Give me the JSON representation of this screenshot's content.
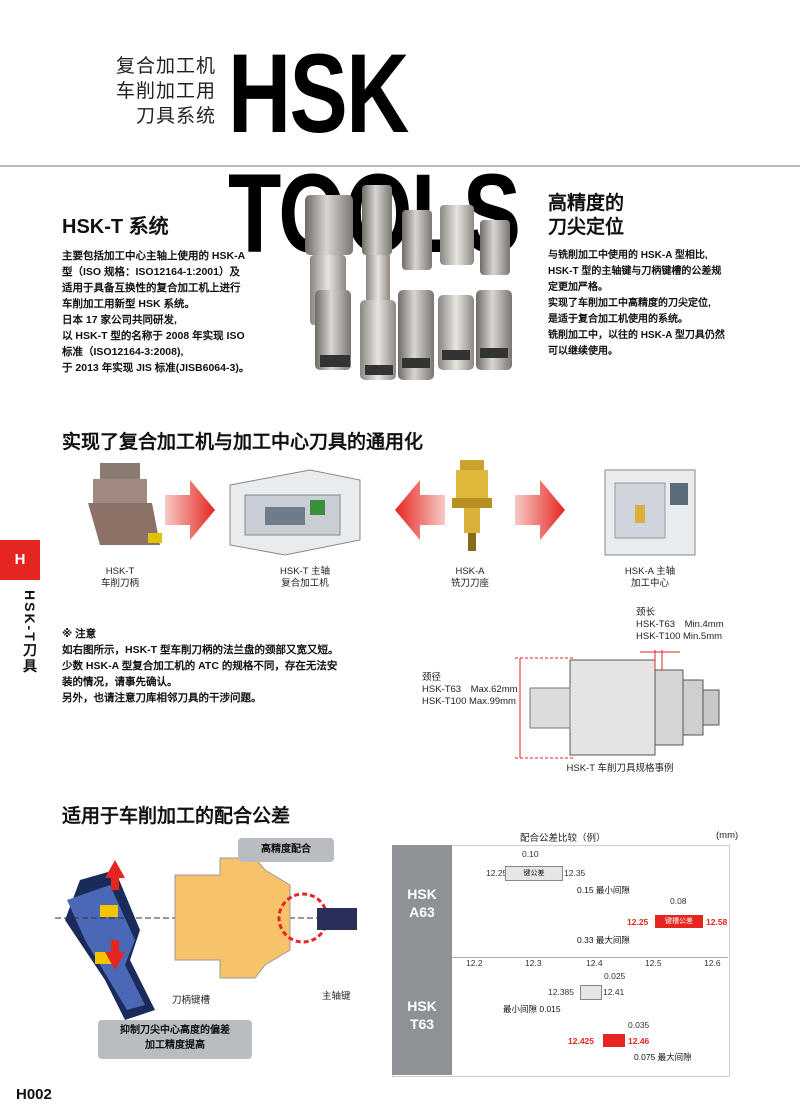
{
  "header": {
    "cn_line1": "复合加工机",
    "cn_line2": "车削加工用",
    "cn_line3": "刀具系统",
    "title": "HSK TOOLS"
  },
  "hskt": {
    "title": "HSK-T 系统",
    "lines": [
      "主要包括加工中心主轴上使用的 HSK-A",
      "型（ISO 规格：ISO12164-1:2001）及",
      "适用于具备互换性的复合加工机上进行",
      "车削加工用新型 HSK 系统。",
      "日本 17 家公司共同研发,",
      "以 HSK-T 型的名称于 2008 年实现 ISO",
      "标准（ISO12164-3:2008),",
      "于 2013 年实现 JIS 标准(JISB6064-3)。"
    ]
  },
  "precision": {
    "title1": "高精度的",
    "title2": "刀尖定位",
    "lines": [
      "与铣削加工中使用的 HSK-A 型相比,",
      "HSK-T 型的主轴键与刀柄键槽的公差规",
      "定更加严格。",
      "实现了车削加工中高精度的刀尖定位,",
      "是适于复合加工机使用的系统。",
      "铣削加工中，以往的 HSK-A 型刀具仍然",
      "可以继续使用。"
    ]
  },
  "universal": {
    "title": "实现了复合加工机与加工中心刀具的通用化",
    "items": [
      {
        "name": "HSK-T",
        "sub": "车削刀柄"
      },
      {
        "name": "HSK-T 主轴",
        "sub": "复合加工机"
      },
      {
        "name": "HSK-A",
        "sub": "铣刀刀座"
      },
      {
        "name": "HSK-A 主轴",
        "sub": "加工中心"
      }
    ]
  },
  "note": {
    "heading": "※ 注意",
    "lines": [
      "如右图所示，HSK-T 型车削刀柄的法兰盘的颈部又宽又短。",
      "少数 HSK-A 型复合加工机的 ATC 的规格不同，存在无法安",
      "装的情况，请事先确认。",
      "另外，也请注意刀库相邻刀具的干涉问题。"
    ]
  },
  "spec": {
    "neck_len": "颈长",
    "t63_len": "HSK-T63　Min.4mm",
    "t100_len": "HSK-T100  Min.5mm",
    "neck_dia": "颈径",
    "t63_dia": "HSK-T63　Max.62mm",
    "t100_dia": "HSK-T100  Max.99mm",
    "caption": "HSK-T 车削刀具规格事例"
  },
  "fit": {
    "title": "适用于车削加工的配合公差",
    "high_precision": "高精度配合",
    "keyway": "刀柄键槽",
    "spindle_key": "主轴键",
    "suppress1": "抑制刀尖中心高度的偏差",
    "suppress2": "加工精度提高"
  },
  "compare": {
    "title": "配合公差比较（例）",
    "unit": "(mm)",
    "a63_1": "HSK",
    "a63_2": "A63",
    "t63_1": "HSK",
    "t63_2": "T63",
    "axis": [
      "12.2",
      "12.3",
      "12.4",
      "12.5",
      "12.6"
    ],
    "a_010": "0.10",
    "a_1225": "12.25",
    "a_key": "键公差",
    "a_1235": "12.35",
    "a_015": "0.15 最小间隙",
    "a_008": "0.08",
    "a_r1225": "12.25",
    "a_groove": "键槽公差",
    "a_1258": "12.58",
    "a_033": "0.33 最大间隙",
    "t_0025": "0.025",
    "t_12385": "12.385",
    "t_1241": "12.41",
    "t_min": "最小间隙 0.015",
    "t_0035": "0.035",
    "t_12425": "12.425",
    "t_1246": "12.46",
    "t_max": "0.075 最大间隙"
  },
  "side": {
    "tab": "H",
    "vertical": "HSK-T刀具"
  },
  "page_no": "H002"
}
